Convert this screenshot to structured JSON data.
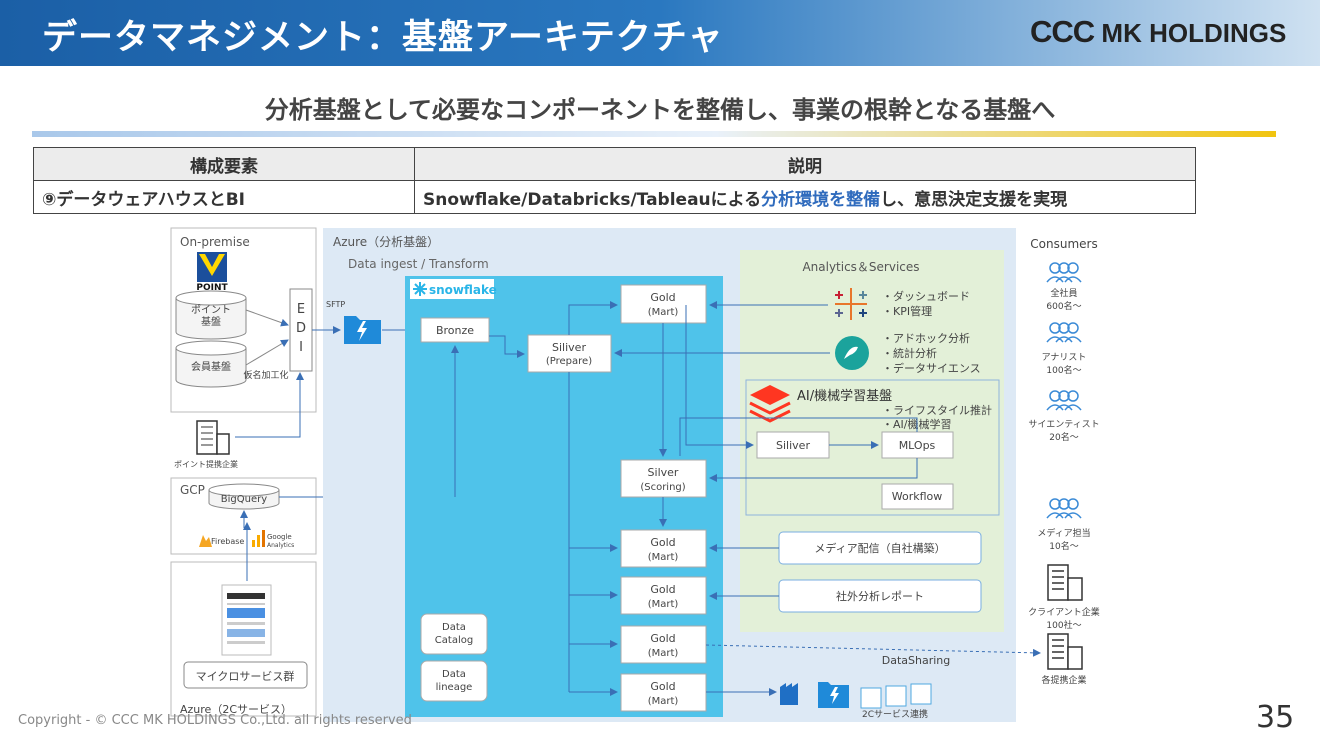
{
  "header": {
    "title": "データマネジメント：基盤アーキテクチャ",
    "brand_a": "CCC",
    "brand_b": "MK HOLDINGS"
  },
  "subtitle": "分析基盤として必要なコンポーネントを整備し、事業の根幹となる基盤へ",
  "table": {
    "headers": [
      "構成要素",
      "説明"
    ],
    "row": {
      "component": "⑨データウェアハウスとBI",
      "desc_pre": "Snowflake/Databricks/Tableauによる",
      "desc_highlight": "分析環境を整備",
      "desc_post": "し、意思決定支援を実現"
    }
  },
  "diagram": {
    "onpremise": {
      "label": "On-premise",
      "logo_text": "POINT",
      "db1": [
        "ポイント",
        "基盤"
      ],
      "db2": "会員基盤",
      "edi": [
        "E",
        "D",
        "I"
      ],
      "anon": "仮名加工化",
      "partner": "ポイント提携企業"
    },
    "gcp": {
      "label": "GCP",
      "bigquery": "BigQuery",
      "firebase": "Firebase",
      "ga1": "Google",
      "ga2": "Analytics"
    },
    "azure2c": {
      "label": "Azure（2Cサービス）",
      "micro": "マイクロサービス群"
    },
    "sftp": "SFTP",
    "azure": {
      "label": "Azure（分析基盤）",
      "ingest": "Data ingest / Transform"
    },
    "snowflake": {
      "logo": "snowflake",
      "bronze": "Bronze",
      "silver_prep": [
        "Siliver",
        "(Prepare)"
      ],
      "silver_score": [
        "Silver",
        "(Scoring)"
      ],
      "gold": [
        "Gold",
        "(Mart)"
      ],
      "catalog": [
        "Data",
        "Catalog"
      ],
      "lineage": [
        "Data",
        "lineage"
      ]
    },
    "analytics": {
      "label": "Analytics＆Services",
      "tableau_items": [
        "・ダッシュボード",
        "・KPI管理"
      ],
      "adhoc_items": [
        "・アドホック分析",
        "・統計分析",
        "・データサイエンス"
      ],
      "ml": {
        "label": "AI/機械学習基盤",
        "items": [
          "・ライフスタイル推計",
          "・AI/機械学習"
        ],
        "siliver": "Siliver",
        "mlops": "MLOps",
        "workflow": "Workflow"
      },
      "media": "メディア配信（自社構築）",
      "report": "社外分析レポート"
    },
    "datasharing": "DataSharing",
    "service2c": "2Cサービス連携",
    "consumers": {
      "label": "Consumers",
      "groups": [
        {
          "name": "全社員",
          "count": "600名～"
        },
        {
          "name": "アナリスト",
          "count": "100名～"
        },
        {
          "name": "サイエンティスト",
          "count": "20名～"
        },
        {
          "name": "メディア担当",
          "count": "10名～"
        },
        {
          "name": "クライアント企業",
          "count": "100社～"
        },
        {
          "name": "各提携企業",
          "count": ""
        }
      ]
    }
  },
  "footer": {
    "copyright": "Copyright - © CCC MK HOLDINGS Co.,Ltd. all rights reserved",
    "page": "35"
  },
  "colors": {
    "header_blue": "#1b5fa6",
    "snowflake_blue": "#4fc3ea",
    "azure_bg": "#dde9f5",
    "analytics_bg": "#e3f0d8",
    "highlight": "#2f6bbd"
  }
}
